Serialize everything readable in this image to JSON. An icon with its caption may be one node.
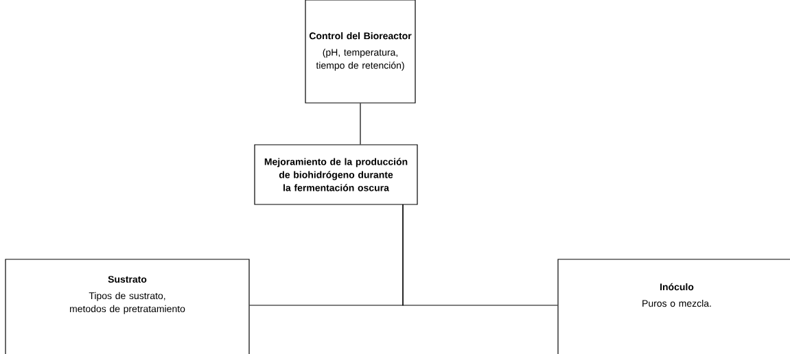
{
  "diagram": {
    "nodes": [
      {
        "text": [
          "Control del Bioreactor",
          "(pH, temperatura, tiempo de retención)"
        ]
      },
      {
        "text": [
          "Mejoramiento de la producción de biohidrógeno durante la fermentación oscura"
        ]
      },
      {
        "text": [
          "Sustrato",
          "Tipos de sustrato, metodos de pretratamiento"
        ]
      },
      {
        "text": [
          "Inóculo",
          "Puros o mezcla."
        ]
      }
    ],
    "edges": [
      {
        "from": 0,
        "to": 1,
        "arrow": "none"
      },
      {
        "from": 1,
        "to": 2,
        "arrow": "none"
      },
      {
        "from": 1,
        "to": 3,
        "arrow": "none"
      }
    ]
  }
}
